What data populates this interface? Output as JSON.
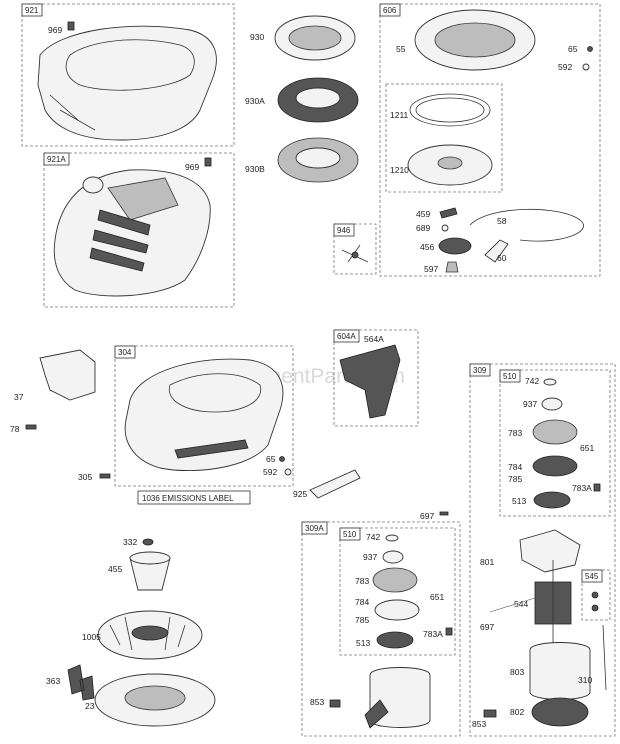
{
  "watermark": "eReplacementParts.com",
  "group_tags": {
    "g921": "921",
    "g921a": "921A",
    "g606": "606",
    "g946": "946",
    "g304": "304",
    "g604a": "604A",
    "g309": "309",
    "g510a": "510",
    "g545": "545",
    "g309a": "309A",
    "g510b": "510"
  },
  "emissions_label": "1036 EMISSIONS LABEL",
  "callouts": {
    "c969a": "969",
    "c969b": "969",
    "c930": "930",
    "c930a": "930A",
    "c930b": "930B",
    "c55": "55",
    "c65a": "65",
    "c592a": "592",
    "c1211": "1211",
    "c1210": "1210",
    "c459": "459",
    "c58": "58",
    "c689": "689",
    "c456": "456",
    "c60": "60",
    "c597": "597",
    "c37": "37",
    "c78": "78",
    "c305": "305",
    "c65b": "65",
    "c592b": "592",
    "c564a": "564A",
    "c925": "925",
    "c742a": "742",
    "c937a": "937",
    "c783a": "783",
    "c651a": "651",
    "c784a": "784",
    "c785a": "785",
    "c783aa": "783A",
    "c513a": "513",
    "c697a": "697",
    "c332": "332",
    "c455": "455",
    "c1005": "1005",
    "c363": "363",
    "c23": "23",
    "c742b": "742",
    "c937b": "937",
    "c783b": "783",
    "c784b": "784",
    "c651b": "651",
    "c785b": "785",
    "c783ab": "783A",
    "c513b": "513",
    "c853a": "853",
    "c801": "801",
    "c544": "544",
    "c697b": "697",
    "c803": "803",
    "c310": "310",
    "c802": "802",
    "c853b": "853"
  }
}
